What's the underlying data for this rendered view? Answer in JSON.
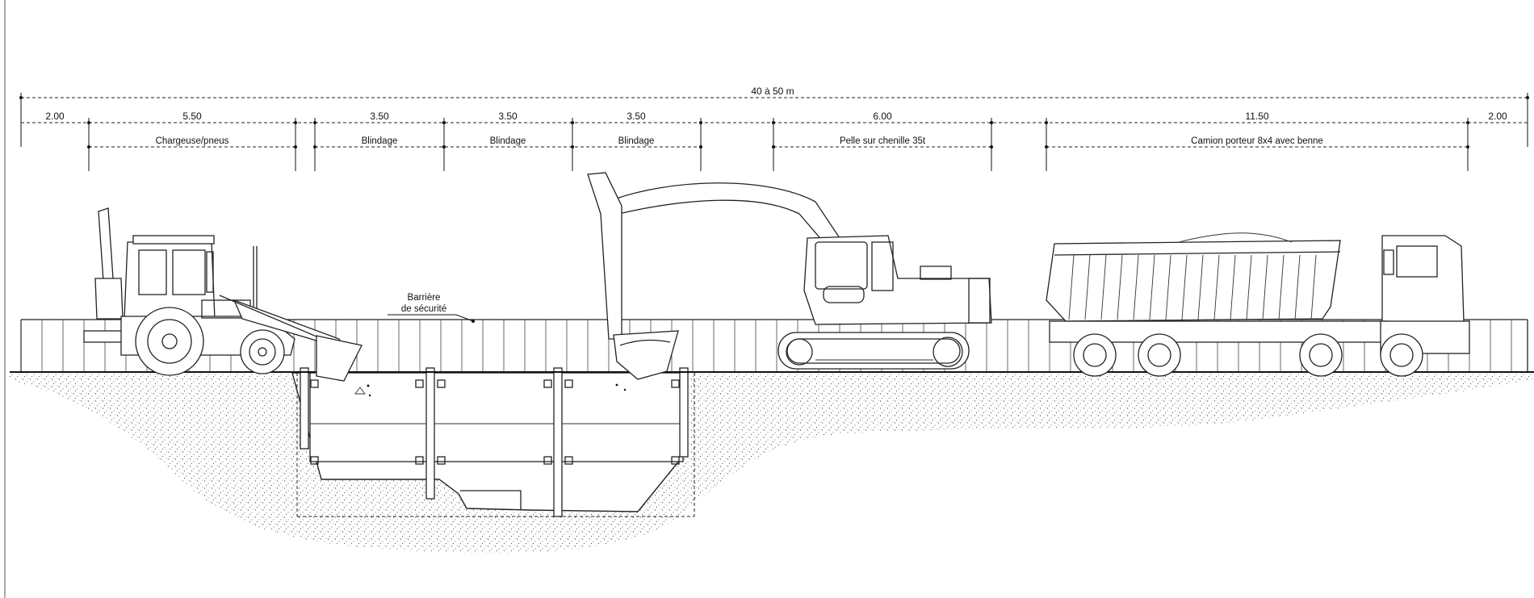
{
  "dimensions": {
    "overall": {
      "value": "40 à 50 m"
    },
    "sizes": [
      "2.00",
      "5.50",
      "3.50",
      "3.50",
      "3.50",
      "6.00",
      "11.50",
      "2.00"
    ],
    "equipment": [
      "Chargeuse/pneus",
      "Blindage",
      "Blindage",
      "Blindage",
      "Pelle sur chenille 35t",
      "Camion porteur 8x4 avec benne"
    ]
  },
  "annotations": {
    "barrier_line1": "Barrière",
    "barrier_line2": "de sécurité"
  },
  "colors": {
    "ink": "#222222",
    "soil": "#777777",
    "background": "#ffffff"
  }
}
